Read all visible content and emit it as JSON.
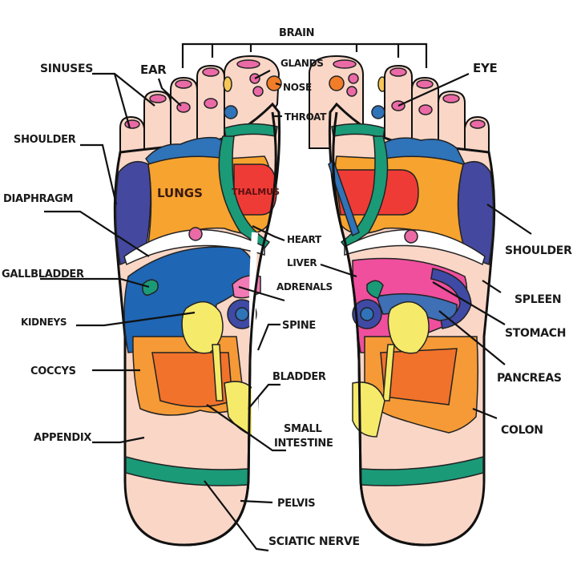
{
  "title": "Foot Reflexology Chart",
  "colors": {
    "skin": "#f9d6c6",
    "outline": "#111111",
    "shoulder": "#45489f",
    "lungs": "#f7a32f",
    "blue": "#2f73b9",
    "teal": "#1b9a78",
    "red": "#ef3b36",
    "pink_spot": "#ea6aa6",
    "liver_blue": "#1f66b4",
    "stomach_pink": "#ef4f9d",
    "kidney_yellow": "#f6ea6a",
    "intestine_orange": "#f1722b",
    "colon_orange": "#f59a36",
    "nose_orange": "#f17d28",
    "gland_yellow": "#f6c656",
    "adrenal_pink": "#f27ab5",
    "dark_blue": "#3f4aa5"
  },
  "labels": {
    "top": {
      "brain": "BRAIN"
    },
    "left_side": {
      "sinuses": "SINUSES",
      "ear": "EAR",
      "shoulder": "SHOULDER",
      "diaphragm": "DIAPHRAGM",
      "gallbladder": "GALLBLADDER",
      "kidneys": "KIDNEYS",
      "coccys": "COCCYS",
      "appendix": "APPENDIX"
    },
    "center": {
      "glands": "GLANDS",
      "nose": "NOSE",
      "throat": "THROAT",
      "heart": "HEART",
      "liver": "LIVER",
      "adrenals": "ADRENALS",
      "spine": "SPINE",
      "bladder": "BLADDER",
      "small_intestine_1": "SMALL",
      "small_intestine_2": "INTESTINE",
      "pelvis": "PELVIS",
      "sciatic_nerve": "SCIATIC NERVE"
    },
    "right_side": {
      "eye": "EYE",
      "shoulder": "SHOULDER",
      "spleen": "SPLEEN",
      "stomach": "STOMACH",
      "pancreas": "PANCREAS",
      "colon": "COLON"
    },
    "inside_foot": {
      "lungs": "LUNGS",
      "thalmus": "THALMUS"
    }
  }
}
